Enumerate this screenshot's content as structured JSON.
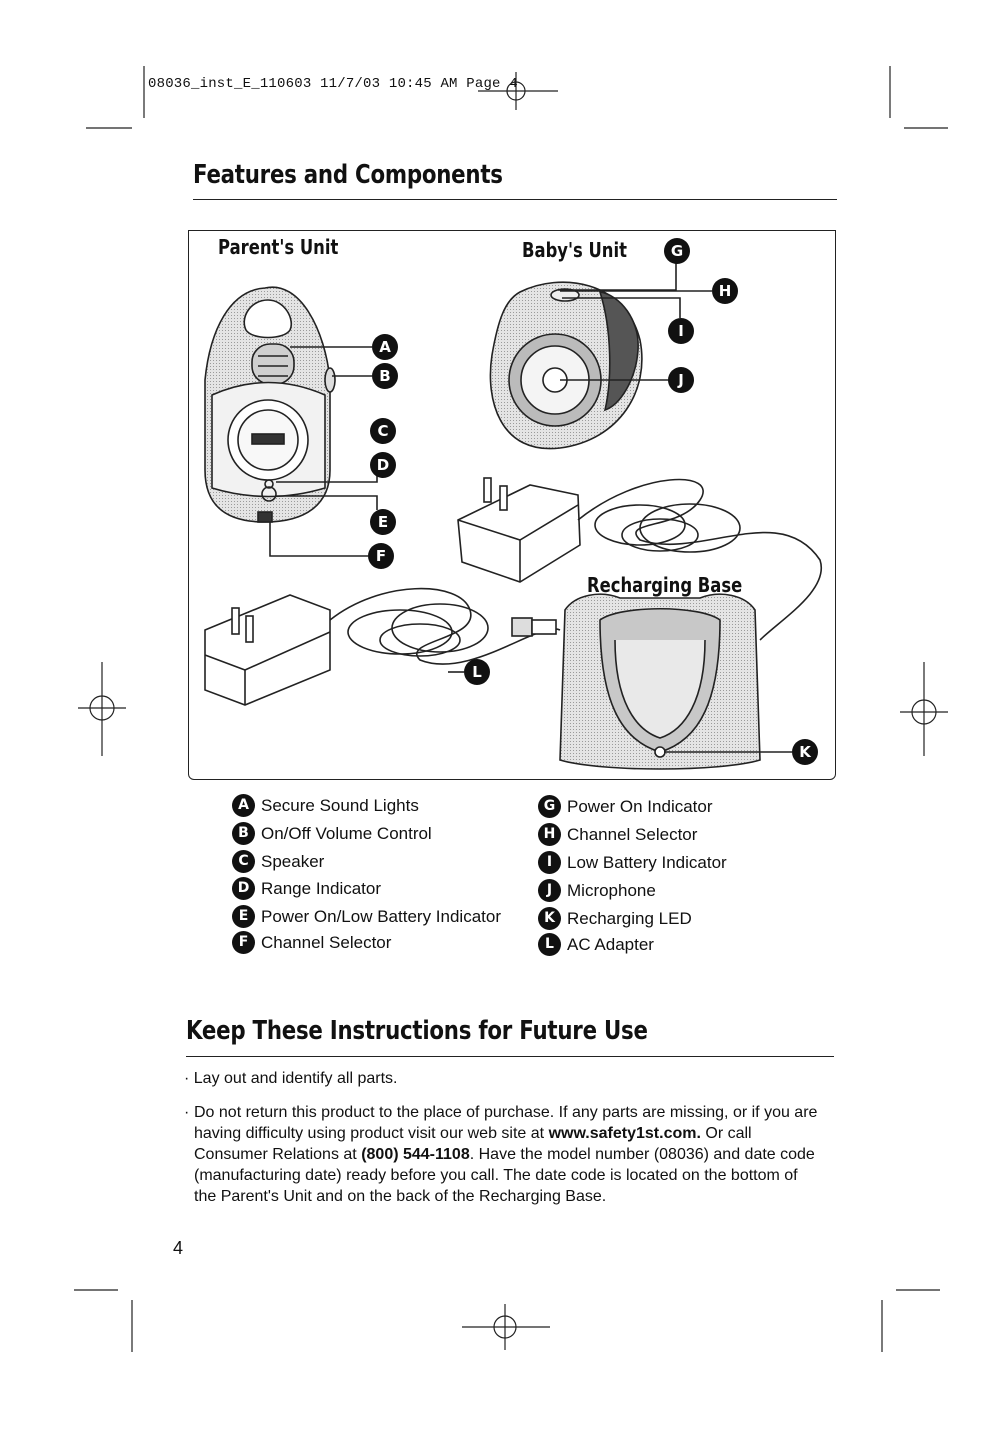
{
  "slug_line": "08036_inst_E_110603 11/7/03 10:45 AM Page 4",
  "section1": {
    "title": "Features and Components"
  },
  "figure": {
    "parents_unit_label": "Parent's Unit",
    "babys_unit_label": "Baby's Unit",
    "recharging_base_label": "Recharging Base",
    "callouts": [
      "A",
      "B",
      "C",
      "D",
      "E",
      "F",
      "G",
      "H",
      "I",
      "J",
      "K",
      "L"
    ]
  },
  "legend_left": [
    {
      "letter": "A",
      "label": "Secure Sound Lights"
    },
    {
      "letter": "B",
      "label": "On/Off Volume Control"
    },
    {
      "letter": "C",
      "label": "Speaker"
    },
    {
      "letter": "D",
      "label": "Range Indicator"
    },
    {
      "letter": "E",
      "label": "Power On/Low Battery Indicator"
    },
    {
      "letter": "F",
      "label": "Channel Selector"
    }
  ],
  "legend_right": [
    {
      "letter": "G",
      "label": "Power On Indicator"
    },
    {
      "letter": "H",
      "label": "Channel Selector"
    },
    {
      "letter": "I",
      "label": "Low Battery Indicator"
    },
    {
      "letter": "J",
      "label": "Microphone"
    },
    {
      "letter": "K",
      "label": "Recharging LED"
    },
    {
      "letter": "L",
      "label": "AC Adapter"
    }
  ],
  "section2": {
    "title": "Keep These Instructions for Future Use",
    "bullet1": "Lay out and identify all parts.",
    "bullet2_part1": "Do not return this product to the place of purchase. If any parts are missing, or if you are having difficulty using product visit our web site at ",
    "bullet2_url": "www.safety1st.com.",
    "bullet2_part2": " Or call Consumer Relations at ",
    "bullet2_phone": "(800) 544-1108",
    "bullet2_part3": ". Have the model number (08036) and date code (manufacturing date) ready before you call. The date code is located on the bottom of the Parent's Unit and on the back of the Recharging Base."
  },
  "page_number": "4"
}
